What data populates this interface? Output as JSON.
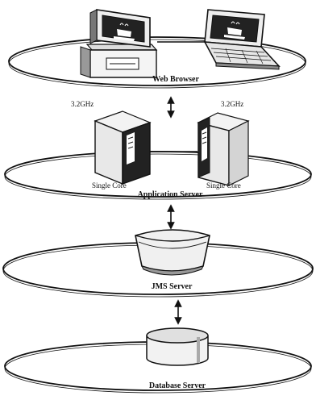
{
  "tiers": {
    "web_browser": {
      "label": "Web Browser"
    },
    "application_server": {
      "label": "Application Server",
      "server_left": {
        "speed": "3.2GHz",
        "core": "Single Core"
      },
      "server_right": {
        "speed": "3.2GHz",
        "core": "Single Core"
      }
    },
    "jms_server": {
      "label": "JMS Server"
    },
    "database_server": {
      "label": "Database Server"
    }
  }
}
